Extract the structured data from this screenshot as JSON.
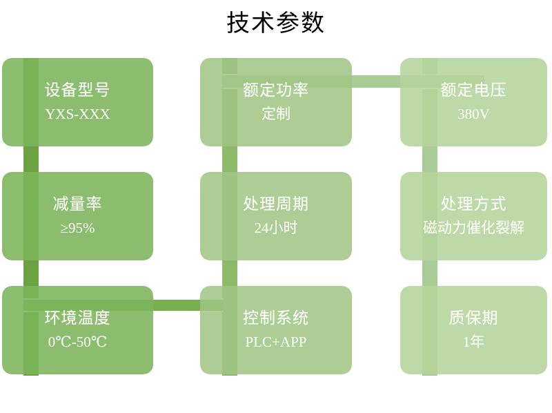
{
  "slide": {
    "title": "技术参数",
    "background": "#ffffff",
    "title_color": "#000000"
  },
  "palette": {
    "col1_card": "#7CB45B",
    "col2_card": "#9FC583",
    "col3_card": "#B4D49B",
    "col1_connector": "#6BA343",
    "col2_connector": "#8CBA6A",
    "col3_connector": "#A9CC96",
    "row1_h_connector": "#A9CC96",
    "row3_h_connector": "#78B04F",
    "text": "#ffffff"
  },
  "cards": [
    {
      "name": "equipment-model",
      "title": "设备型号",
      "value": "YXS-XXX",
      "column": 1,
      "row": 1
    },
    {
      "name": "rated-power",
      "title": "额定功率",
      "value": "定制",
      "column": 2,
      "row": 1
    },
    {
      "name": "rated-voltage",
      "title": "额定电压",
      "value": "380V",
      "column": 3,
      "row": 1
    },
    {
      "name": "reduction-rate",
      "title": "减量率",
      "value": "≥95%",
      "column": 1,
      "row": 2
    },
    {
      "name": "treatment-cycle",
      "title": "处理周期",
      "value": "24小时",
      "column": 2,
      "row": 2
    },
    {
      "name": "treatment-method",
      "title": "处理方式",
      "value": "磁动力催化裂解",
      "column": 3,
      "row": 2
    },
    {
      "name": "ambient-temperature",
      "title": "环境温度",
      "value": "0℃-50℃",
      "column": 1,
      "row": 3
    },
    {
      "name": "control-system",
      "title": "控制系统",
      "value": "PLC+APP",
      "column": 2,
      "row": 3
    },
    {
      "name": "warranty-period",
      "title": "质保期",
      "value": "1年",
      "column": 3,
      "row": 3
    }
  ]
}
